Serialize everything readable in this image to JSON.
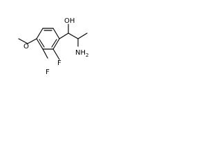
{
  "molecule": {
    "atoms": {
      "hydroxyl": "OH",
      "amine": "NH",
      "amine_subscript": "2",
      "fluorine_2": "F",
      "fluorine_3": "F",
      "methoxy_oxygen": "O"
    },
    "colors": {
      "bond": "#000000",
      "label": "#000000",
      "background": "#ffffff"
    }
  }
}
